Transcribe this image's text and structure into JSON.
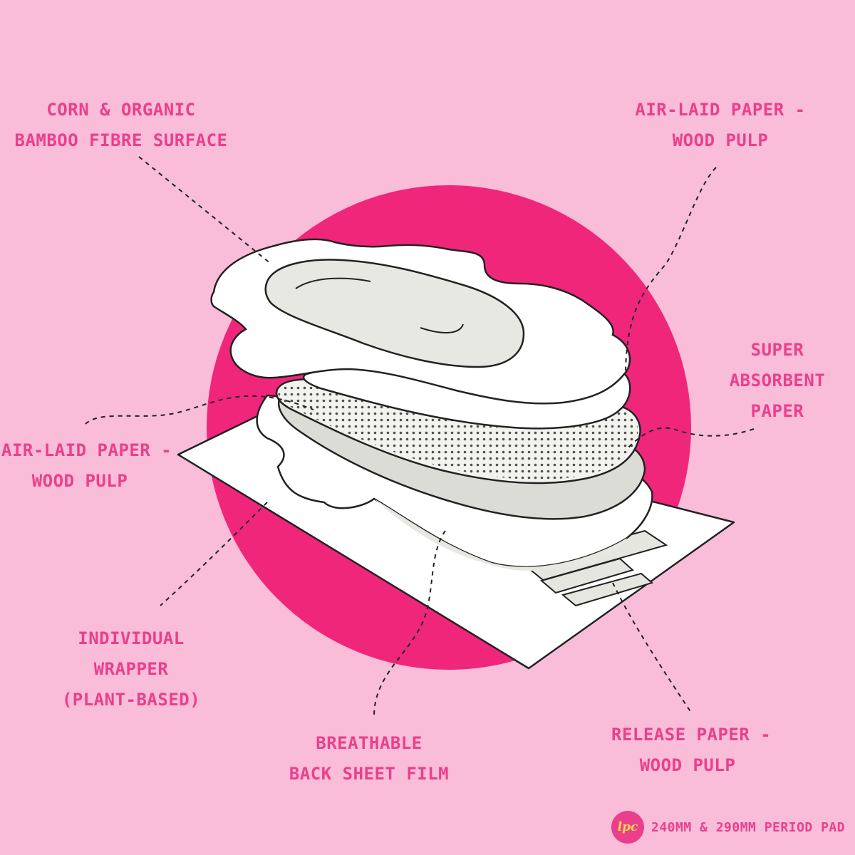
{
  "colors": {
    "background": "#f9bcd9",
    "circle": "#f0267a",
    "label": "#ea3f8c",
    "pad_fill": "#ffffff",
    "layer_grey": "#e8e8e3",
    "outline": "#222222"
  },
  "labels": {
    "corn_surface": [
      "CORN & ORGANIC",
      "BAMBOO FIBRE SURFACE"
    ],
    "airlaid_top": [
      "AIR-LAID PAPER -",
      "WOOD PULP"
    ],
    "super_absorbent": [
      "SUPER",
      "ABSORBENT",
      "PAPER"
    ],
    "airlaid_left": [
      "AIR-LAID PAPER -",
      "WOOD PULP"
    ],
    "wrapper": [
      "INDIVIDUAL",
      "WRAPPER",
      "(PLANT-BASED)"
    ],
    "back_sheet": [
      "BREATHABLE",
      "BACK SHEET FILM"
    ],
    "release_paper": [
      "RELEASE PAPER -",
      "WOOD PULP"
    ]
  },
  "footer": {
    "logo_text": "lpc",
    "caption": "240MM & 290MM PERIOD PAD"
  }
}
